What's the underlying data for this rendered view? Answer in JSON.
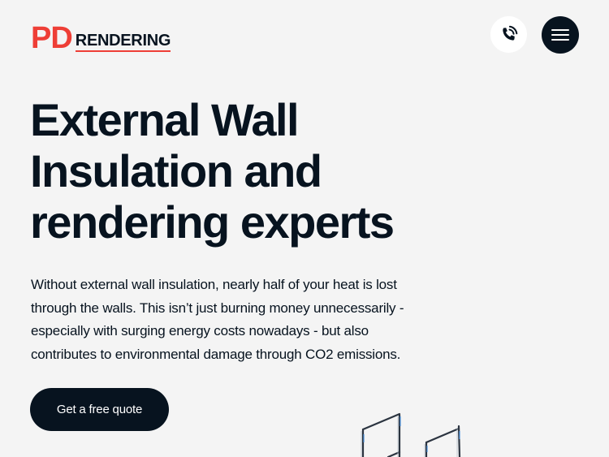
{
  "header": {
    "logo": {
      "mark": "PD",
      "word": "RENDERING"
    },
    "phone_button": {
      "icon": "phone-ringing-icon"
    },
    "menu_button": {
      "icon": "hamburger-menu-icon"
    }
  },
  "hero": {
    "title": "External Wall Insulation and rendering experts",
    "description": "Without external wall insulation, nearly half of your heat is lost through the walls. This isn’t just burning money unnecessarily - especially with surging energy costs nowadays - but also contributes to environmental damage through CO2 emissions.",
    "cta_label": "Get a free quote",
    "image": "scaffolding-illustration"
  },
  "colors": {
    "background": "#f4f4f4",
    "primary_dark": "#07131f",
    "brand_red": "#ee3e36",
    "white": "#ffffff"
  }
}
